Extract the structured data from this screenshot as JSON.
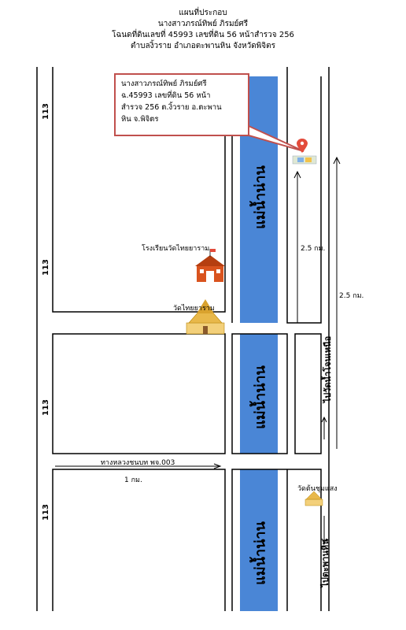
{
  "header": {
    "line1": "แผนที่ประกอบ",
    "line2": "นางสาวภรณ์ทิพย์ ภิรมย์ศรี",
    "line3": "โฉนดที่ดินเลขที่ 45993 เลขที่ดิน 56 หน้าสำรวจ 256",
    "line4": "ตำบลงิ้วราย อำเภอตะพานหิน จังหวัดพิจิตร"
  },
  "callout": {
    "line1": "นางสาวภรณ์ทิพย์ ภิรมย์ศรี",
    "line2": "ฉ.45993 เลขที่ดิน 56 หน้า",
    "line3": "สำรวจ 256 ต.งิ้วราย อ.ตะพาน",
    "line4": "หิน จ.พิจิตร"
  },
  "road_labels": {
    "highway_113": "113",
    "rural_road": "ทางหลวงชนบท พจ.003",
    "to_north": "ไปวัดน้ำโจนเหนือ",
    "to_taphan": "ไปตะพานหิน"
  },
  "river": {
    "name": "แม่น้ำน่าน"
  },
  "places": {
    "school": "โรงเรียนวัดไทยยาราม",
    "temple_1": "วัดไทยยาราม",
    "temple_2": "วัดต้นชุมแสง"
  },
  "distances": {
    "d1": "2.5 กม.",
    "d2": "2.5 กม.",
    "d3": "1 กม."
  },
  "colors": {
    "river": "#4a86d6",
    "callout_border": "#c0504d",
    "pin": "#e34b3b",
    "school": "#d9531e",
    "temple": "#e8b84a"
  },
  "icons": [
    "location-pin-icon",
    "school-icon",
    "temple-icon"
  ]
}
